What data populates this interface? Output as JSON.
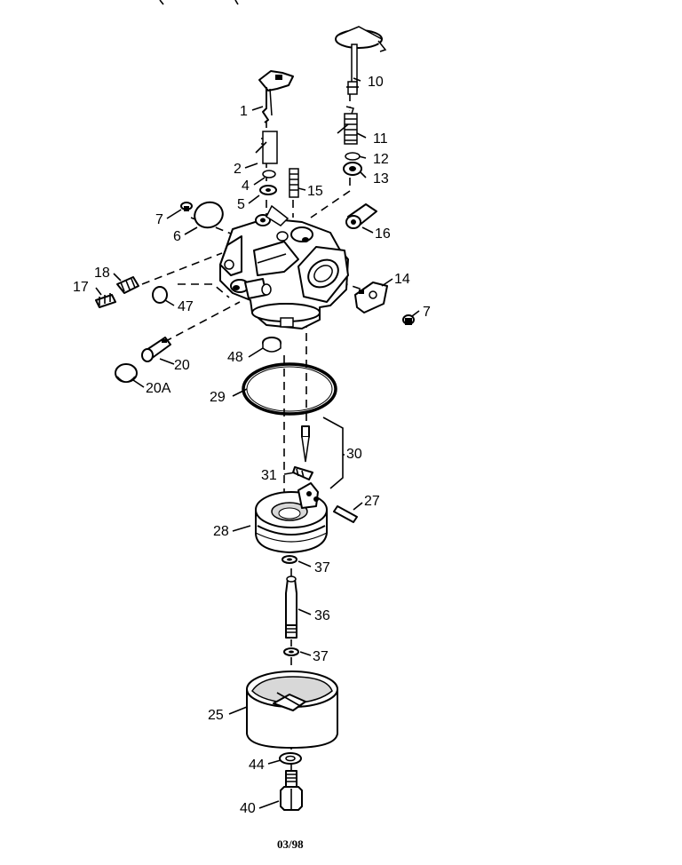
{
  "diagram": {
    "footer_code": "03/98",
    "callouts": {
      "p1": "1",
      "p2": "2",
      "p4": "4",
      "p5": "5",
      "p6": "6",
      "p7a": "7",
      "p7b": "7",
      "p10": "10",
      "p11": "11",
      "p12": "12",
      "p13": "13",
      "p14": "14",
      "p15": "15",
      "p16": "16",
      "p17": "17",
      "p18": "18",
      "p20": "20",
      "p20a": "20A",
      "p25": "25",
      "p27": "27",
      "p28": "28",
      "p29": "29",
      "p30": "30",
      "p31": "31",
      "p36": "36",
      "p37a": "37",
      "p37b": "37",
      "p40": "40",
      "p44": "44",
      "p47": "47",
      "p48": "48"
    }
  }
}
